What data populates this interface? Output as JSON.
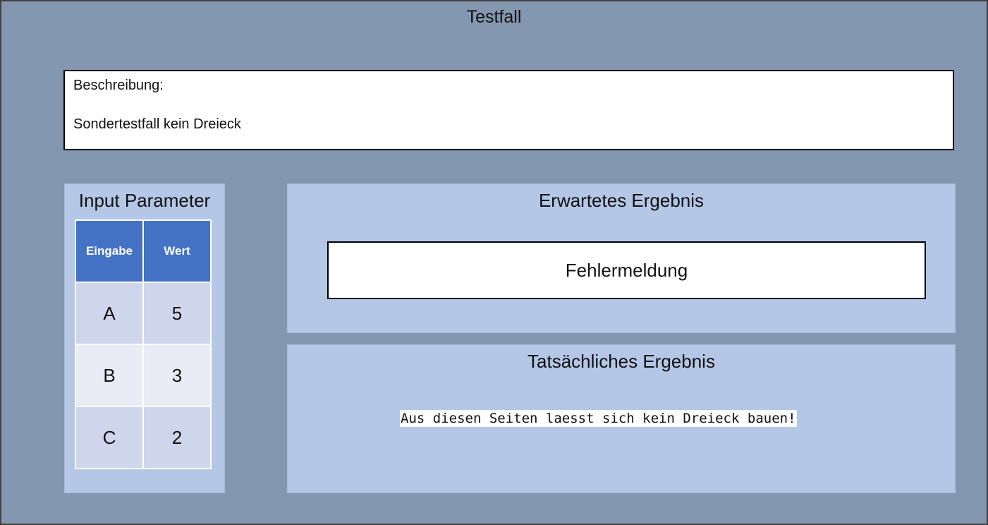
{
  "title": "Testfall",
  "description": {
    "label": "Beschreibung:",
    "text": "Sondertestfall kein Dreieck"
  },
  "input": {
    "title": "Input Parameter",
    "headers": [
      "Eingabe",
      "Wert"
    ],
    "rows": [
      [
        "A",
        "5"
      ],
      [
        "B",
        "3"
      ],
      [
        "C",
        "2"
      ]
    ]
  },
  "expected": {
    "title": "Erwartetes Ergebnis",
    "value": "Fehlermeldung"
  },
  "actual": {
    "title": "Tatsächliches Ergebnis",
    "value": "Aus diesen Seiten laesst sich kein Dreieck bauen!"
  },
  "colors": {
    "background": "#8497b0",
    "panel": "#b4c7e7",
    "table_header": "#4472c4",
    "row_odd": "#cfd5ea",
    "row_even": "#e9ebf5"
  }
}
